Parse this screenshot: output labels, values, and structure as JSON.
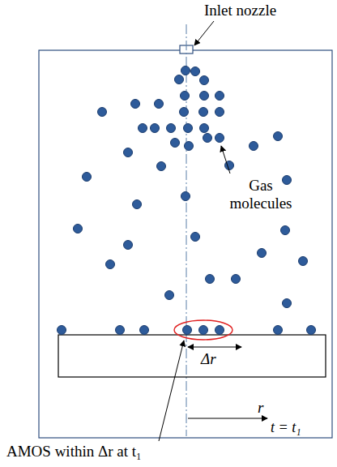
{
  "diagram": {
    "labels": [
      "Inlet nozzle",
      "Gas molecules",
      "Δr",
      "r",
      "t = t₁",
      "AMOS within Δr at t₁"
    ]
  }
}
